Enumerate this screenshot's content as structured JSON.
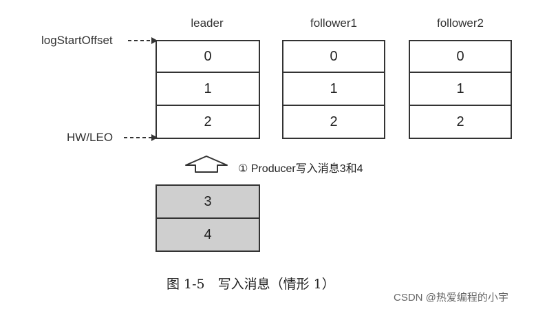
{
  "columns": [
    {
      "label": "leader",
      "cells": [
        "0",
        "1",
        "2"
      ]
    },
    {
      "label": "follower1",
      "cells": [
        "0",
        "1",
        "2"
      ]
    },
    {
      "label": "follower2",
      "cells": [
        "0",
        "1",
        "2"
      ]
    }
  ],
  "markers": {
    "log_start_offset": "logStartOffset",
    "hw_leo": "HW/LEO"
  },
  "step_note": "① Producer写入消息3和4",
  "pending_messages": [
    "3",
    "4"
  ],
  "caption": "图 1-5　写入消息（情形 1）",
  "watermark": "CSDN @热爱编程的小宇"
}
